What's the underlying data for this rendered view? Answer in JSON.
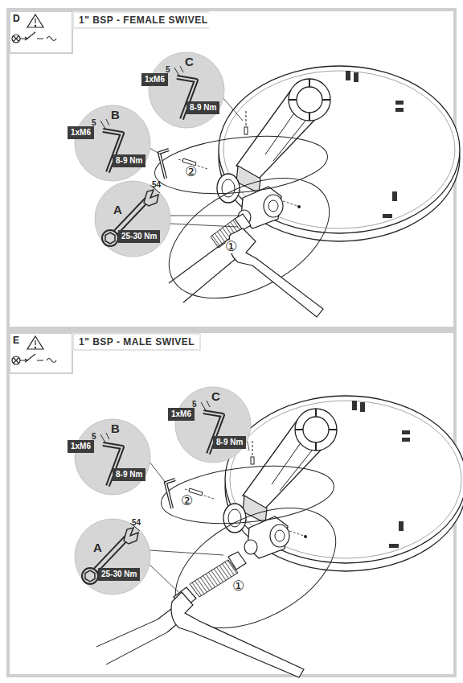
{
  "diagram": {
    "nodes": [
      {
        "text": [
          "C",
          "5",
          "1xM6",
          "8-9 Nm"
        ]
      },
      {
        "text": [
          "B",
          "5",
          "1xM6",
          "8-9 Nm"
        ]
      },
      {
        "text": [
          "A",
          "54",
          "25-30 Nm"
        ]
      },
      {
        "text": [
          "C",
          "5",
          "1xM6",
          "8-9 Nm"
        ]
      },
      {
        "text": [
          "B",
          "5",
          "1xM6",
          "8-9 Nm"
        ]
      },
      {
        "text": [
          "A",
          "54",
          "25-30 Nm"
        ]
      }
    ],
    "labels": [
      "D",
      "1\" BSP - FEMALE SWIVEL",
      "②",
      "①",
      "E",
      "1\" BSP - MALE SWIVEL",
      "②",
      "①"
    ]
  }
}
